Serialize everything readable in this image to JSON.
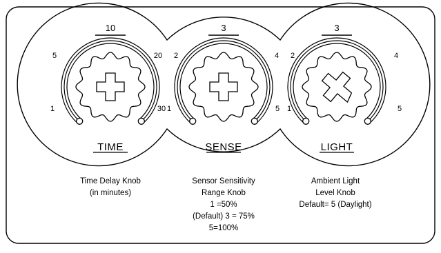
{
  "knobs": [
    {
      "id": "time",
      "title": "TIME",
      "scale": {
        "min": "1",
        "left": "5",
        "top": "10",
        "right": "20",
        "max": "30"
      },
      "description": [
        "Time Delay Knob",
        "(in minutes)"
      ]
    },
    {
      "id": "sense",
      "title": "SENSE",
      "scale": {
        "min": "1",
        "left": "2",
        "top": "3",
        "right": "4",
        "max": "5"
      },
      "description": [
        "Sensor Sensitivity",
        "Range Knob",
        "1 =50%",
        "(Default) 3 = 75%",
        "5=100%"
      ]
    },
    {
      "id": "light",
      "title": "LIGHT",
      "scale": {
        "min": "1",
        "left": "2",
        "top": "3",
        "right": "4",
        "max": "5"
      },
      "description": [
        "Ambient Light",
        "Level Knob",
        "Default= 5 (Daylight)"
      ]
    }
  ]
}
